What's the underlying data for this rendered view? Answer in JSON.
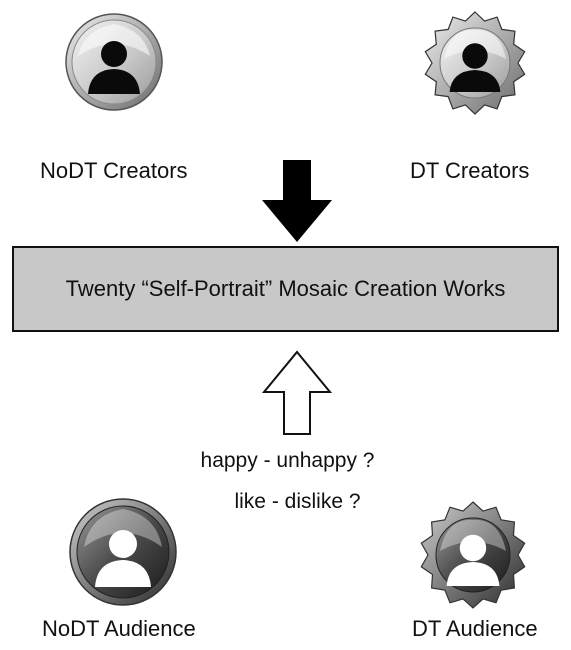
{
  "creators": {
    "nodt_label": "NoDT Creators",
    "dt_label": "DT Creators",
    "nodt_icon": "user-circle-icon",
    "dt_icon": "user-badge-icon"
  },
  "works": {
    "label": "Twenty “Self-Portrait” Mosaic Creation Works"
  },
  "questions": {
    "q1": "happy - unhappy ?",
    "q2": "like - dislike ?"
  },
  "audience": {
    "nodt_label": "NoDT Audience",
    "dt_label": "DT Audience",
    "nodt_icon": "user-circle-icon",
    "dt_icon": "user-badge-icon"
  },
  "colors": {
    "box_fill": "#c8c8c8",
    "arrow_fill": "#000000"
  }
}
